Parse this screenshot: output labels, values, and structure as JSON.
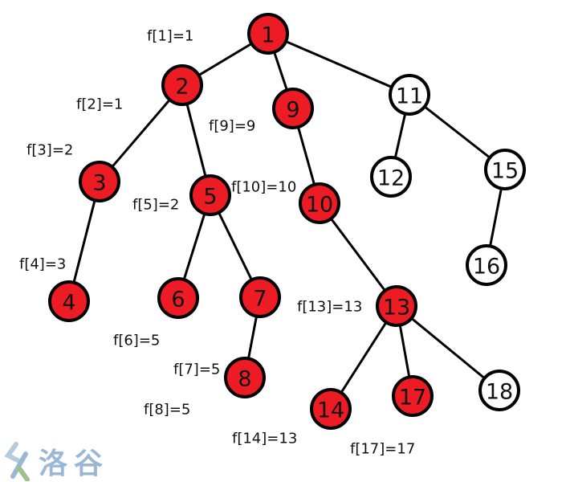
{
  "diagram": {
    "colors": {
      "visited": "#ed1c24",
      "unvisited": "#ffffff",
      "stroke": "#000000"
    },
    "nodes": [
      {
        "id": "1",
        "state": "visited"
      },
      {
        "id": "2",
        "state": "visited"
      },
      {
        "id": "9",
        "state": "visited"
      },
      {
        "id": "11",
        "state": "unvisited"
      },
      {
        "id": "3",
        "state": "visited"
      },
      {
        "id": "5",
        "state": "visited"
      },
      {
        "id": "10",
        "state": "visited"
      },
      {
        "id": "12",
        "state": "unvisited"
      },
      {
        "id": "15",
        "state": "unvisited"
      },
      {
        "id": "4",
        "state": "visited"
      },
      {
        "id": "6",
        "state": "visited"
      },
      {
        "id": "7",
        "state": "visited"
      },
      {
        "id": "16",
        "state": "unvisited"
      },
      {
        "id": "13",
        "state": "visited"
      },
      {
        "id": "8",
        "state": "visited"
      },
      {
        "id": "14",
        "state": "visited"
      },
      {
        "id": "17",
        "state": "visited"
      },
      {
        "id": "18",
        "state": "unvisited"
      }
    ],
    "edges": [
      [
        "1",
        "2"
      ],
      [
        "1",
        "9"
      ],
      [
        "1",
        "11"
      ],
      [
        "2",
        "3"
      ],
      [
        "2",
        "5"
      ],
      [
        "9",
        "10"
      ],
      [
        "11",
        "12"
      ],
      [
        "11",
        "15"
      ],
      [
        "3",
        "4"
      ],
      [
        "5",
        "6"
      ],
      [
        "5",
        "7"
      ],
      [
        "10",
        "13"
      ],
      [
        "15",
        "16"
      ],
      [
        "7",
        "8"
      ],
      [
        "13",
        "14"
      ],
      [
        "13",
        "17"
      ],
      [
        "13",
        "18"
      ]
    ],
    "annotations": [
      {
        "node": "1",
        "text": "f[1]=1"
      },
      {
        "node": "2",
        "text": "f[2]=1"
      },
      {
        "node": "9",
        "text": "f[9]=9"
      },
      {
        "node": "3",
        "text": "f[3]=2"
      },
      {
        "node": "10",
        "text": "f[10]=10"
      },
      {
        "node": "5",
        "text": "f[5]=2"
      },
      {
        "node": "4",
        "text": "f[4]=3"
      },
      {
        "node": "13",
        "text": "f[13]=13"
      },
      {
        "node": "6",
        "text": "f[6]=5"
      },
      {
        "node": "7",
        "text": "f[7]=5"
      },
      {
        "node": "8",
        "text": "f[8]=5"
      },
      {
        "node": "14",
        "text": "f[14]=13"
      },
      {
        "node": "17",
        "text": "f[17]=17"
      }
    ]
  },
  "watermark": {
    "text": "洛谷"
  }
}
